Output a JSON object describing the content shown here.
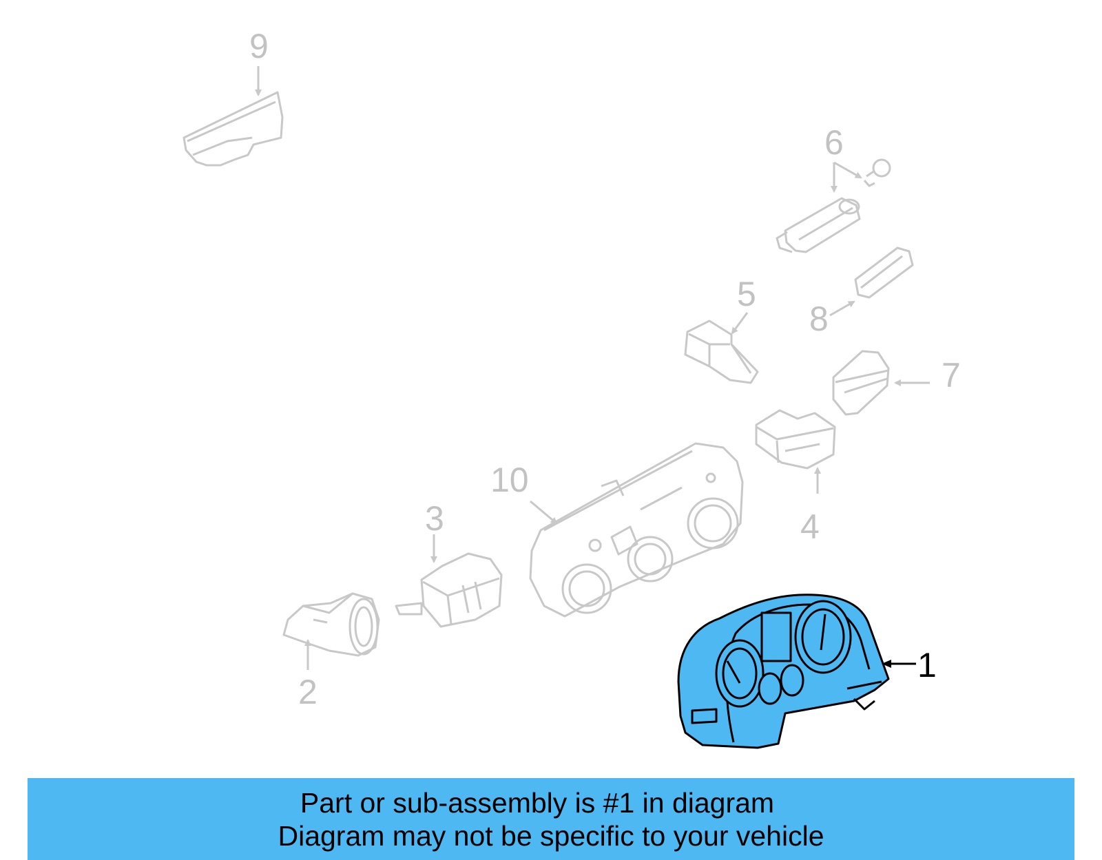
{
  "diagram": {
    "callouts": [
      {
        "id": "1",
        "label": "1",
        "highlighted": true
      },
      {
        "id": "2",
        "label": "2",
        "highlighted": false
      },
      {
        "id": "3",
        "label": "3",
        "highlighted": false
      },
      {
        "id": "4",
        "label": "4",
        "highlighted": false
      },
      {
        "id": "5",
        "label": "5",
        "highlighted": false
      },
      {
        "id": "6",
        "label": "6",
        "highlighted": false
      },
      {
        "id": "7",
        "label": "7",
        "highlighted": false
      },
      {
        "id": "8",
        "label": "8",
        "highlighted": false
      },
      {
        "id": "9",
        "label": "9",
        "highlighted": false
      },
      {
        "id": "10",
        "label": "10",
        "highlighted": false
      }
    ],
    "colors": {
      "part_outline": "#c8c8c8",
      "highlight_fill": "#4db8f2",
      "highlight_outline": "#000000"
    }
  },
  "banner": {
    "line1": "Part or sub-assembly is #1 in diagram",
    "line2": "Diagram may not be specific to your vehicle",
    "color": "#4db8f2"
  }
}
